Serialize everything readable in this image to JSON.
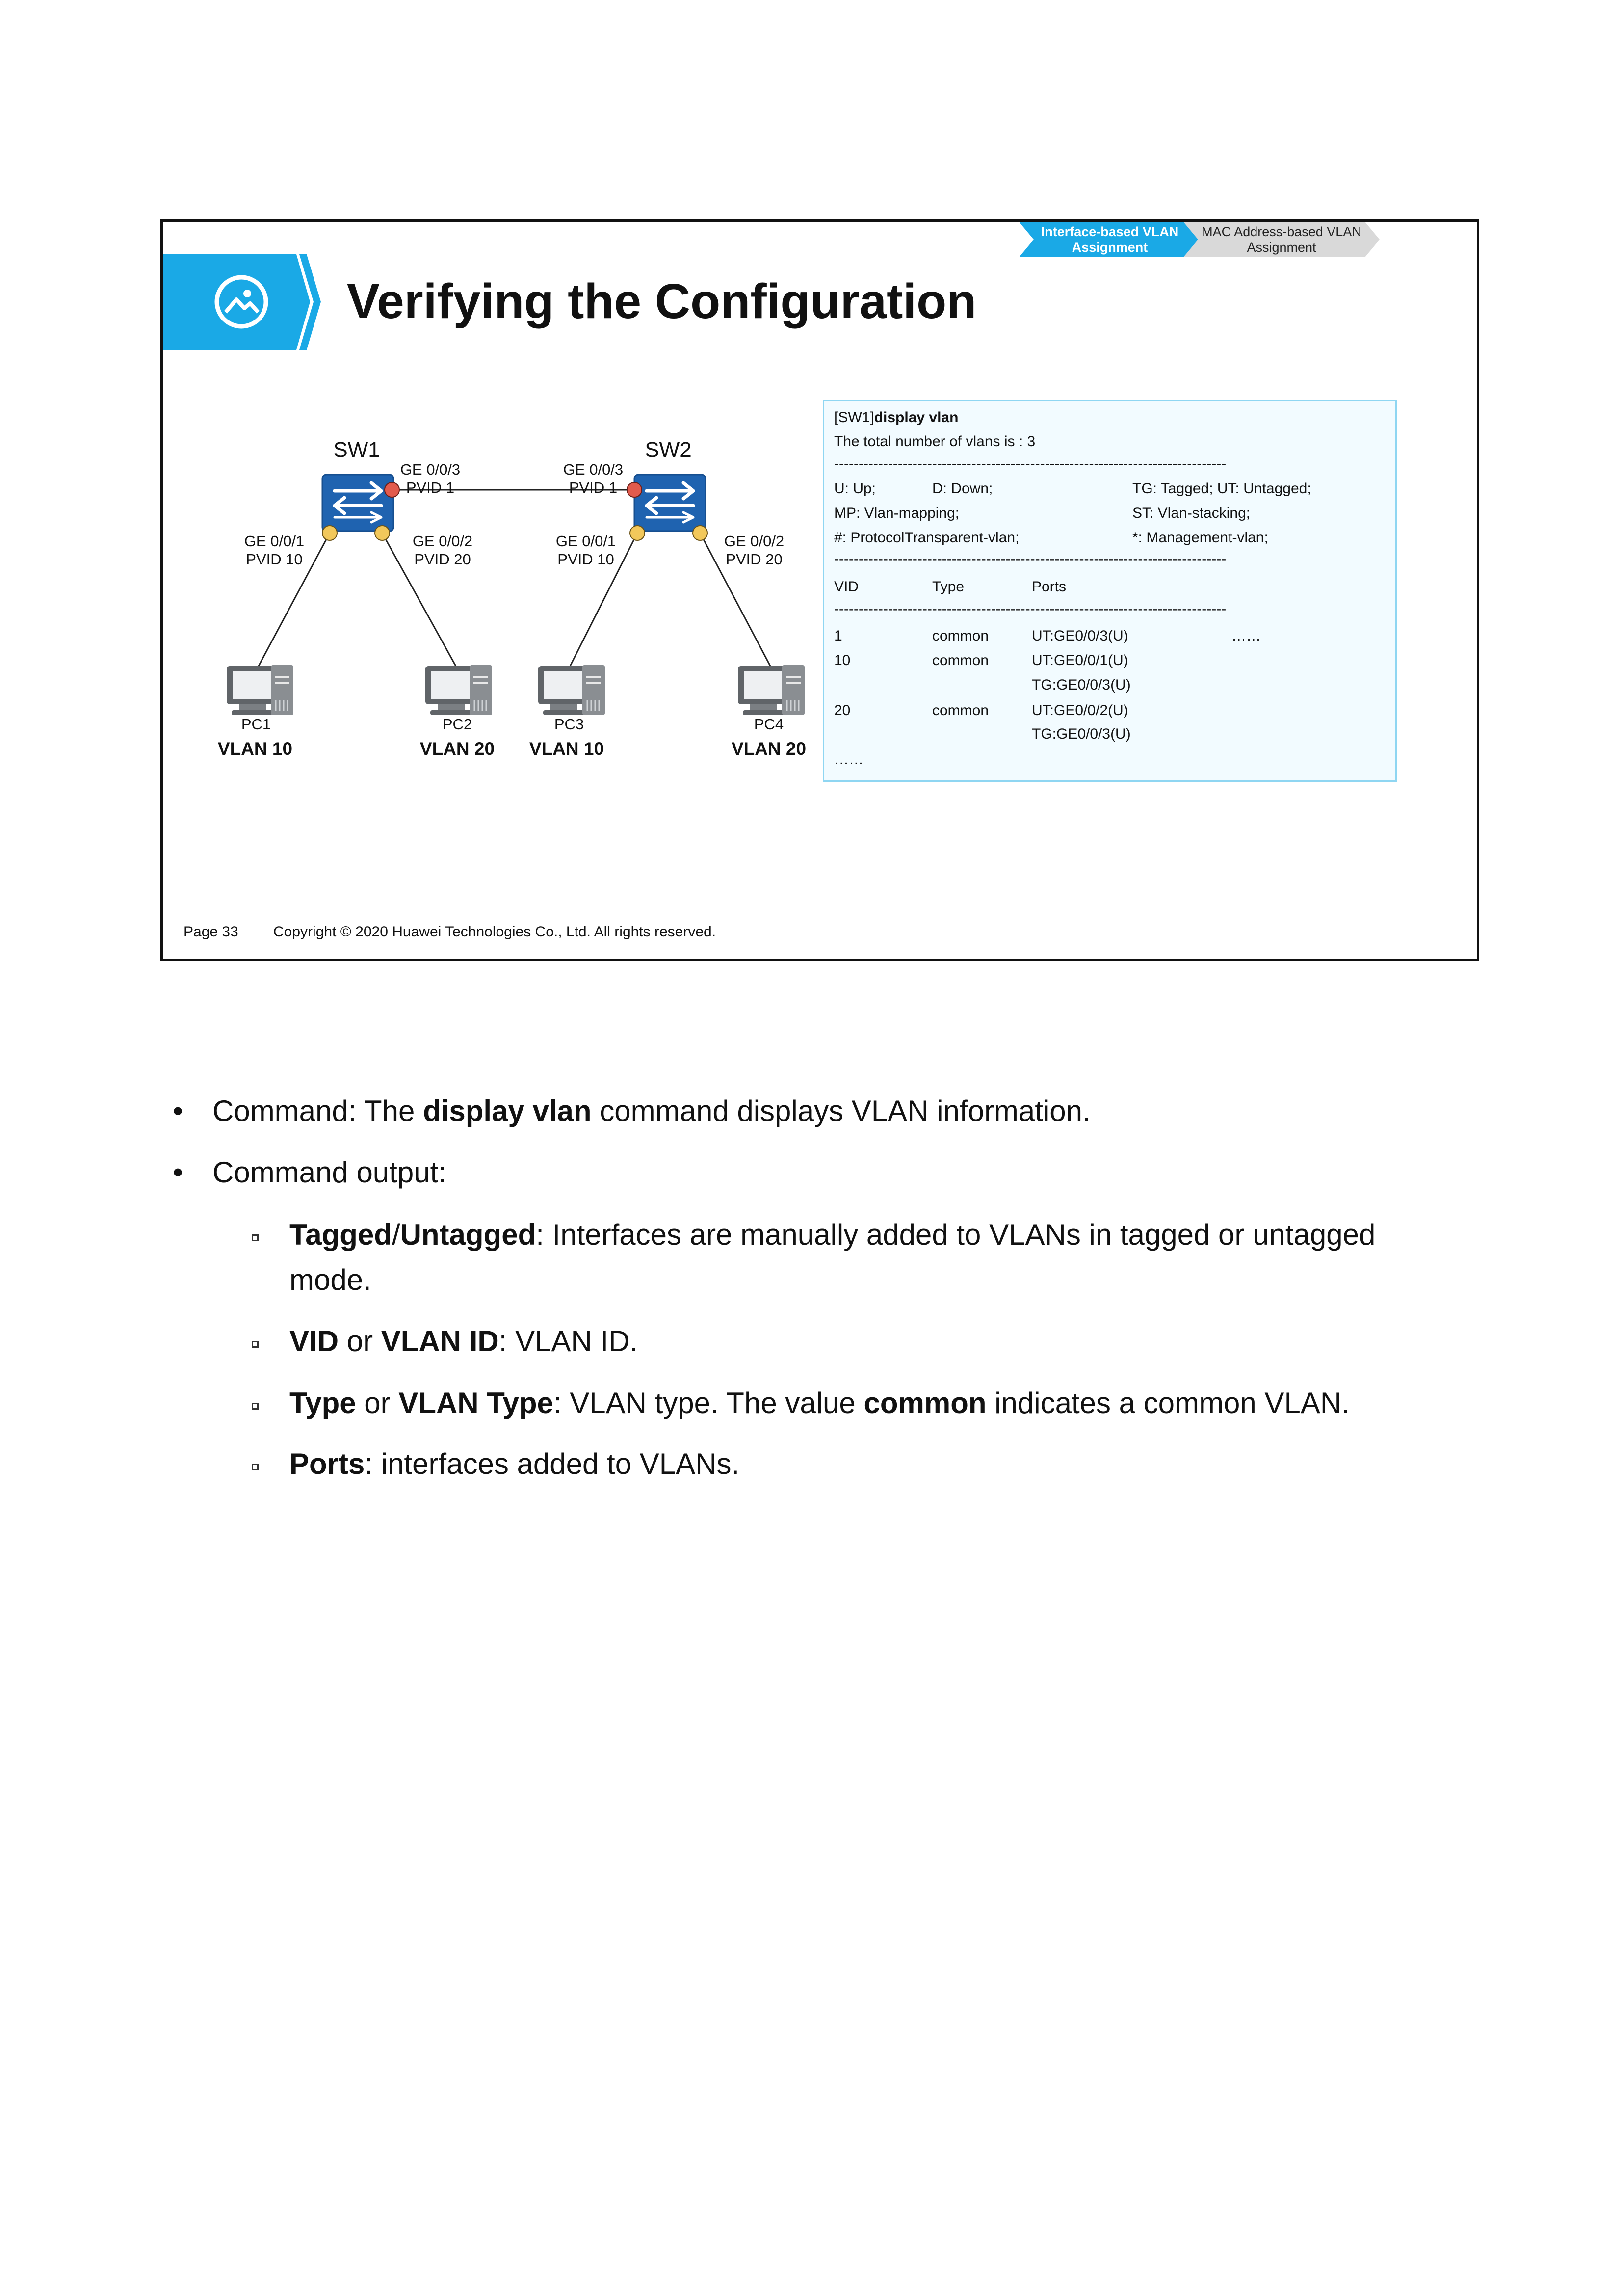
{
  "slide": {
    "title": "Verifying the Configuration",
    "breadcrumb": {
      "active": [
        "Interface-based VLAN",
        "Assignment"
      ],
      "inactive": [
        "MAC Address-based VLAN",
        "Assignment"
      ]
    },
    "footer": {
      "page": "Page 33",
      "copyright": "Copyright © 2020 Huawei Technologies Co., Ltd. All rights reserved."
    },
    "colors": {
      "accent": "#1aa9e6",
      "switch_blue": "#1f63b0",
      "port_red": "#e25b4d",
      "port_yellow": "#f2c85b",
      "crumb_grey": "#d9d9d9"
    }
  },
  "topology": {
    "sw1": {
      "name": "SW1",
      "uplink": [
        "GE 0/0/3",
        "PVID 1"
      ],
      "port1": [
        "GE 0/0/1",
        "PVID 10"
      ],
      "port2": [
        "GE 0/0/2",
        "PVID 20"
      ]
    },
    "sw2": {
      "name": "SW2",
      "uplink": [
        "GE 0/0/3",
        "PVID 1"
      ],
      "port1": [
        "GE 0/0/1",
        "PVID 10"
      ],
      "port2": [
        "GE 0/0/2",
        "PVID 20"
      ]
    },
    "pcs": [
      {
        "name": "PC1",
        "vlan": "VLAN 10"
      },
      {
        "name": "PC2",
        "vlan": "VLAN 20"
      },
      {
        "name": "PC3",
        "vlan": "VLAN 10"
      },
      {
        "name": "PC4",
        "vlan": "VLAN 20"
      }
    ]
  },
  "output": {
    "prompt": "[SW1]",
    "command": "display vlan",
    "total": "The total number of vlans is : 3",
    "dashes": "--------------------------------------------------------------------------------",
    "legend": {
      "up": "U: Up;",
      "down": "D: Down;",
      "tg_ut": "TG: Tagged;  UT: Untagged;",
      "mp": "MP: Vlan-mapping;",
      "st": "ST: Vlan-stacking;",
      "hash": "#: ProtocolTransparent-vlan;",
      "star": "*: Management-vlan;"
    },
    "headers": {
      "vid": "VID",
      "type": "Type",
      "ports": "Ports"
    },
    "rows": [
      {
        "vid": "1",
        "type": "common",
        "ports": [
          "UT:GE0/0/3(U)"
        ],
        "more": "……"
      },
      {
        "vid": "10",
        "type": "common",
        "ports": [
          "UT:GE0/0/1(U)",
          "TG:GE0/0/3(U)"
        ]
      },
      {
        "vid": "20",
        "type": "common",
        "ports": [
          "UT:GE0/0/2(U)",
          "TG:GE0/0/3(U)"
        ]
      }
    ],
    "ellipsis": "……"
  },
  "notes": {
    "b1": {
      "pre": "Command: The ",
      "bold": "display vlan",
      "post": " command displays VLAN information."
    },
    "b2": "Command output:",
    "s1": {
      "b1": "Tagged",
      "sep": "/",
      "b2": "Untagged",
      "line1": ": Interfaces are manually added to VLANs in tagged or untagged",
      "line2": "mode."
    },
    "s2": {
      "b1": "VID",
      "mid": " or ",
      "b2": "VLAN ID",
      "post": ": VLAN ID."
    },
    "s3": {
      "b1": "Type",
      "mid": " or ",
      "b2": "VLAN Type",
      "post": ": VLAN type. The value ",
      "b3": "common",
      "post2": " indicates a common VLAN."
    },
    "s4": {
      "b1": "Ports",
      "post": ": interfaces added to VLANs."
    }
  }
}
